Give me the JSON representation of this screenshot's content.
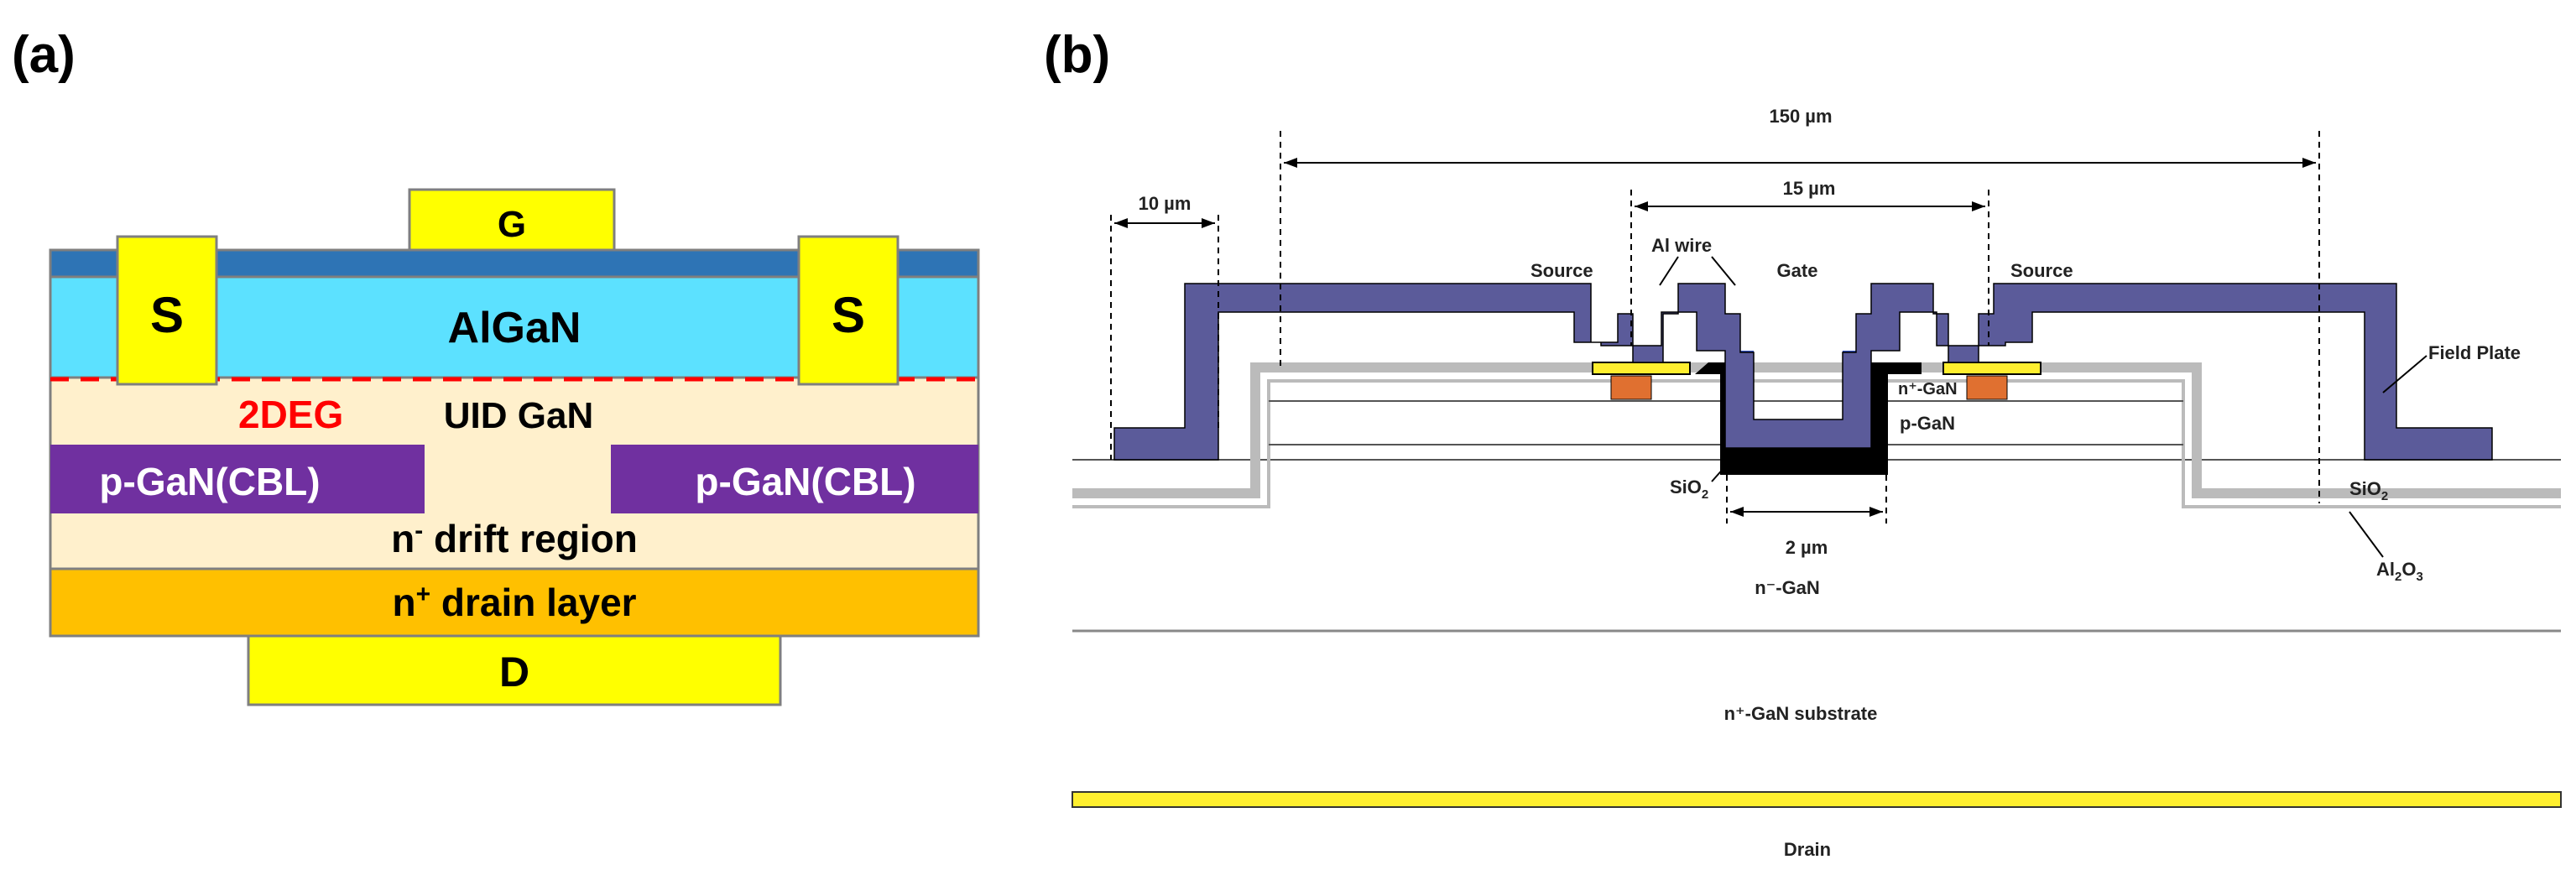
{
  "panel_a": {
    "label": "(a)",
    "gate": "G",
    "source_left": "S",
    "source_right": "S",
    "algan": "AlGaN",
    "twodeg": "2DEG",
    "uid_gan": "UID GaN",
    "cbl_left": "p-GaN(CBL)",
    "cbl_right": "p-GaN(CBL)",
    "drift_prefix": "n",
    "drift_sup": "-",
    "drift_suffix": " drift region",
    "drain_layer_prefix": "n",
    "drain_layer_sup": "+",
    "drain_layer_suffix": " drain layer",
    "drain": "D",
    "colors": {
      "gate_metal": "#ffff00",
      "passivation": "#2e74b5",
      "algan": "#5ce1ff",
      "gan": "#fff0cc",
      "cbl": "#7030a0",
      "drain_layer": "#ffc000",
      "twodeg": "#ff0000"
    }
  },
  "panel_b": {
    "label": "(b)",
    "dim_150": "150 µm",
    "dim_15": "15 µm",
    "dim_10": "10 µm",
    "dim_2": "2 µm",
    "source_left": "Source",
    "al_wire": "Al wire",
    "gate": "Gate",
    "source_right": "Source",
    "field_plate": "Field Plate",
    "nplus_gan": "n⁺-GaN",
    "p_gan": "p-GaN",
    "sio2_left": "SiO",
    "sio2_left_sub": "2",
    "sio2_right": "SiO",
    "sio2_right_sub": "2",
    "al2o3_a": "Al",
    "al2o3_a_sub": "2",
    "al2o3_b": "O",
    "al2o3_b_sub": "3",
    "n_minus_gan": "n⁻-GaN",
    "n_plus_substrate": "n⁺-GaN substrate",
    "drain": "Drain",
    "colors": {
      "field_plate": "#5b5b9a",
      "gate_metal": "#2f4fbf",
      "oxide": "#000000",
      "contact_yellow": "#ffef2f",
      "contact_orange": "#e07030",
      "passivation_gray": "#bbbbbb"
    }
  }
}
